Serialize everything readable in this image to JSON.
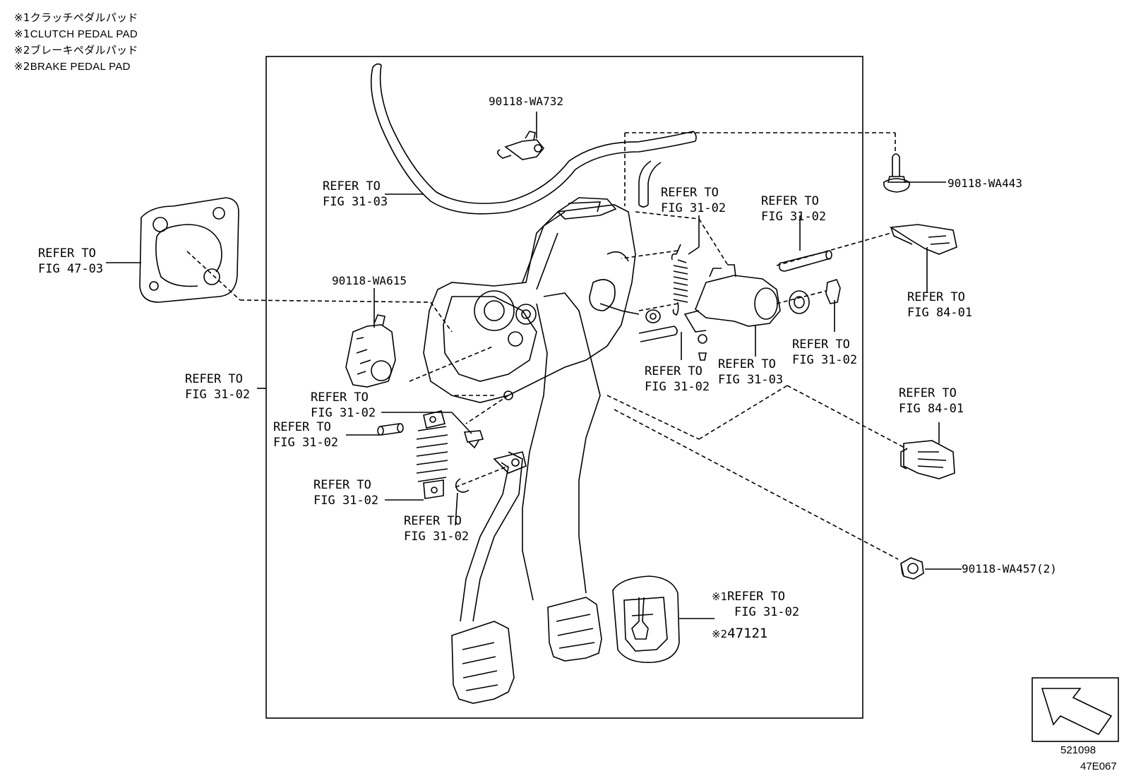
{
  "notes": [
    {
      "mark": "※1",
      "text": "クラッチペダルパッド"
    },
    {
      "mark": "※1",
      "text": "CLUTCH PEDAL PAD"
    },
    {
      "mark": "※2",
      "text": "ブレーキペダルパッド"
    },
    {
      "mark": "※2",
      "text": "BRAKE PEDAL PAD"
    }
  ],
  "part_numbers": {
    "wa732": "90118-WA732",
    "wa443": "90118-WA443",
    "wa615": "90118-WA615",
    "wa457": "90118-WA457(2)",
    "p47121": "47121"
  },
  "refs": {
    "r1": [
      "REFER TO",
      "FIG 31-03"
    ],
    "r2": [
      "REFER TO",
      "FIG 47-03"
    ],
    "r3": [
      "REFER TO",
      "FIG 31-02"
    ],
    "r4": [
      "REFER TO",
      "FIG 31-02"
    ],
    "r5": [
      "REFER TO",
      "FIG 84-01"
    ],
    "r6": [
      "REFER TO",
      "FIG 31-02"
    ],
    "r7": [
      "REFER TO",
      "FIG 31-02"
    ],
    "r8": [
      "REFER TO",
      "FIG 31-03"
    ],
    "r9": [
      "REFER TO",
      "FIG 31-02"
    ],
    "r10": [
      "REFER TO",
      "FIG 84-01"
    ],
    "r11": [
      "REFER TO",
      "FIG 31-02"
    ],
    "r12": [
      "REFER TO",
      "FIG 31-02"
    ],
    "r13": [
      "REFER TO",
      "FIG 31-02"
    ],
    "r14": [
      "REFER TO",
      "FIG 31-02"
    ],
    "r15": [
      "REFER TO",
      "FIG 31-02"
    ]
  },
  "pad_marks": {
    "m1": "※1",
    "m2": "※2"
  },
  "codes": {
    "c1": "521098",
    "c2": "47E067"
  }
}
